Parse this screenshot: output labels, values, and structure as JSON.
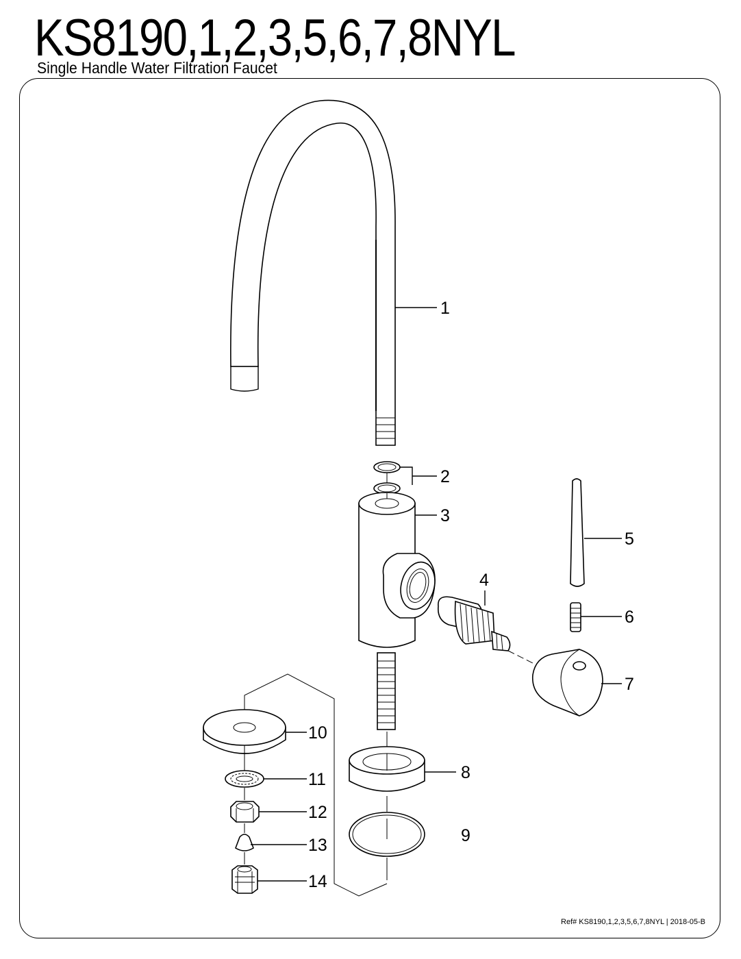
{
  "header": {
    "title": "KS8190,1,2,3,5,6,7,8NYL",
    "subtitle": "Single Handle Water Filtration Faucet"
  },
  "footer": {
    "reference": "Ref# KS8190,1,2,3,5,6,7,8NYL | 2018-05-B"
  },
  "callouts": {
    "spout": "1",
    "o_rings": "2",
    "body": "3",
    "cartridge": "4",
    "lever": "5",
    "set_screw": "6",
    "handle": "7",
    "base_ring": "8",
    "gasket": "9",
    "mounting_washer": "10",
    "lock_washer": "11",
    "mounting_nut": "12",
    "ferrule": "13",
    "compression_nut": "14"
  }
}
